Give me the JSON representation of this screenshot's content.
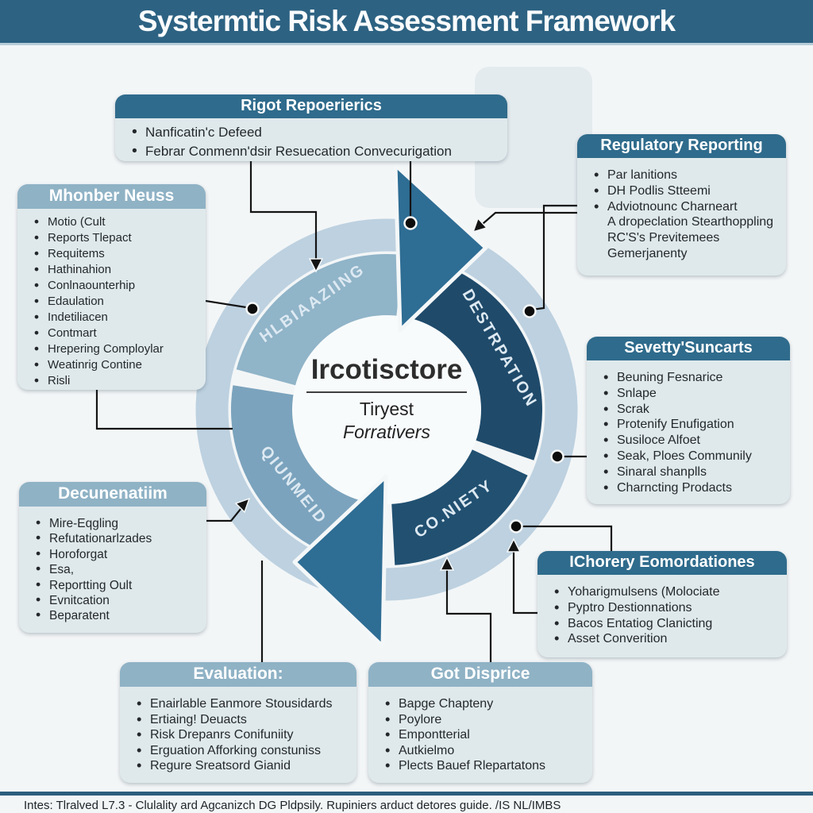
{
  "title": "Systermtic Risk Assessment Framework",
  "colors": {
    "header_bar": "#2d6282",
    "box_header_dark": "#2f6b8c",
    "box_header_light": "#8fb2c5",
    "box_body": "#dfe9ec",
    "ring_outer": "#bdd1e0",
    "segment_light": "#90b4c8",
    "segment_medium": "#7ba3bd",
    "segment_dark": "#1f4a6a",
    "segment_dark2": "#215071",
    "arrow": "#2e6d94",
    "background": "#f3f6f7"
  },
  "cycle": {
    "center": {
      "line1": "Ircotisctore",
      "line2": "Tiryest",
      "line3": "Forrativers"
    },
    "segments": [
      {
        "label": "HLBIAAZIING"
      },
      {
        "label": "DESTRPATION"
      },
      {
        "label": "CO.NIETY"
      },
      {
        "label": "QIUNMEID"
      }
    ]
  },
  "boxes": {
    "rigot": {
      "title": "Rigot Repoerierics",
      "items": [
        {
          "text": "Nanficatin'c Defeed",
          "bullet": true
        },
        {
          "text": "Febrar Conmenn'dsir Resuecation Convecurigation",
          "bullet": true
        }
      ]
    },
    "mhonber": {
      "title": "Mhonber Neuss",
      "items": [
        {
          "text": "Motio (Cult",
          "bullet": true
        },
        {
          "text": "Reports Tlepact",
          "bullet": true
        },
        {
          "text": "Requitems",
          "bullet": true
        },
        {
          "text": "Hathinahion",
          "bullet": true
        },
        {
          "text": "Conlnaounterhip",
          "bullet": true
        },
        {
          "text": "Edaulation",
          "bullet": true
        },
        {
          "text": "Indetiliacen",
          "bullet": true
        },
        {
          "text": "Contmart",
          "bullet": true
        },
        {
          "text": "Hrepering Comploylar",
          "bullet": true
        },
        {
          "text": "Weatinrig Contine",
          "bullet": true
        },
        {
          "text": "Risli",
          "bullet": true
        }
      ]
    },
    "regulatory": {
      "title": "Regulatory Reporting",
      "items": [
        {
          "text": "Par lanitions",
          "bullet": true
        },
        {
          "text": "DH Podlis Stteemi",
          "bullet": true
        },
        {
          "text": "Adviotnounc Charneart",
          "bullet": true
        },
        {
          "text": "A dropeclation Stearthoppling",
          "bullet": false
        },
        {
          "text": "RC'S's Previtemees",
          "bullet": false
        },
        {
          "text": "Gemerjanenty",
          "bullet": false
        }
      ]
    },
    "severity": {
      "title": "Sevetty'Suncarts",
      "items": [
        {
          "text": "Beuning Fesnarice",
          "bullet": true
        },
        {
          "text": "Snlape",
          "bullet": true
        },
        {
          "text": "Scrak",
          "bullet": true
        },
        {
          "text": "Protenify Enufigation",
          "bullet": true
        },
        {
          "text": "Susiloce Alfoet",
          "bullet": true
        },
        {
          "text": "Seak, Ploes Communily",
          "bullet": true
        },
        {
          "text": "Sinaral shanplls",
          "bullet": true
        },
        {
          "text": "Charncting Prodacts",
          "bullet": true
        }
      ]
    },
    "decunenatim": {
      "title": "Decunenatiim",
      "items": [
        {
          "text": "Mire-Eqgling",
          "bullet": true
        },
        {
          "text": "Refutationarlzades",
          "bullet": true
        },
        {
          "text": "Horoforgat",
          "bullet": true
        },
        {
          "text": "Esa,",
          "bullet": true
        },
        {
          "text": "Reportting Oult",
          "bullet": true
        },
        {
          "text": "Evnitcation",
          "bullet": true
        },
        {
          "text": "Beparatent",
          "bullet": true
        }
      ]
    },
    "ichorery": {
      "title": "IChorery Eomordationes",
      "items": [
        {
          "text": "Yoharigmulsens (Molociate",
          "bullet": true
        },
        {
          "text": "Pyptro Destionnations",
          "bullet": true
        },
        {
          "text": "Bacos Entatiog Clanicting",
          "bullet": true
        },
        {
          "text": "Asset Converition",
          "bullet": true
        }
      ]
    },
    "evaluation": {
      "title": "Evaluation:",
      "items": [
        {
          "text": "Enairlable Eanmore Stousidards",
          "bullet": true
        },
        {
          "text": "Ertiaing! Deuacts",
          "bullet": true
        },
        {
          "text": "Risk Drepanrs Conifuniity",
          "bullet": true
        },
        {
          "text": "Erguation Afforking constuniss",
          "bullet": true
        },
        {
          "text": "Regure Sreatsord Gianid",
          "bullet": true
        }
      ]
    },
    "got": {
      "title": "Got Disprice",
      "items": [
        {
          "text": "Bapge Chapteny",
          "bullet": true
        },
        {
          "text": "Poylore",
          "bullet": true
        },
        {
          "text": "Empontterial",
          "bullet": true
        },
        {
          "text": "Autkielmo",
          "bullet": true
        },
        {
          "text": "Plects Bauef Rlepartatons",
          "bullet": true
        }
      ]
    }
  },
  "footer": {
    "note": "Intes: Tlralved L7.3 - Clulality ard Agcanizch DG Pldpsily. Rupiniers arduct detores guide. /IS NL/IMBS"
  }
}
